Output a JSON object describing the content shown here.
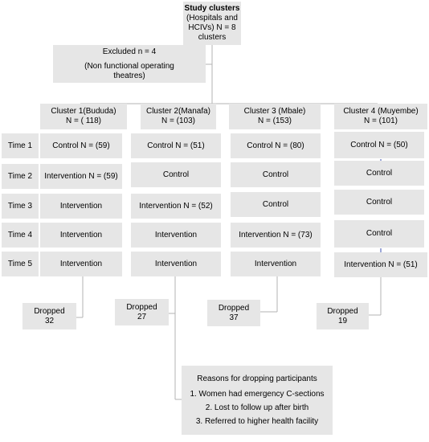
{
  "top": {
    "title": "Study clusters",
    "lines": [
      "(Hospitals and",
      "HCIVs)  N = 8",
      "clusters"
    ]
  },
  "excluded": {
    "line1": "Excluded n = 4",
    "line2": "(Non functional operating",
    "line3": "theatres)"
  },
  "clusters": [
    {
      "name": "Cluster 1(Bududa)",
      "n": "N = ( 118)"
    },
    {
      "name": "Cluster 2(Manafa)",
      "n": "N = (103)"
    },
    {
      "name": "Cluster 3 (Mbale)",
      "n": "N = (153)"
    },
    {
      "name": "Cluster 4 (Muyembe)",
      "n": "N = (101)"
    }
  ],
  "times": [
    "Time 1",
    "Time 2",
    "Time 3",
    "Time 4",
    "Time 5"
  ],
  "grid": [
    [
      "Control N = (59)",
      "Control N = (51)",
      "Control N = (80)",
      "Control N = (50)"
    ],
    [
      "Intervention N = (59)",
      "Control",
      "Control",
      "Control"
    ],
    [
      "Intervention",
      "Intervention N = (52)",
      "Control",
      "Control"
    ],
    [
      "Intervention",
      "Intervention",
      "Intervention N = (73)",
      "Control"
    ],
    [
      "Intervention",
      "Intervention",
      "Intervention",
      "Intervention N = (51)"
    ]
  ],
  "dropped": [
    {
      "label": "Dropped",
      "n": "32"
    },
    {
      "label": "Dropped",
      "n": "27"
    },
    {
      "label": "Dropped",
      "n": "37"
    },
    {
      "label": "Dropped",
      "n": "19"
    }
  ],
  "reasons": {
    "title": "Reasons for dropping participants",
    "items": [
      "1. Women had emergency C-sections",
      "2. Lost to follow up after birth",
      "3. Referred to higher health facility"
    ]
  },
  "colors": {
    "box": "#e6e6e6",
    "line": "#b3b3b3",
    "accent_tick": "#3a4fb0"
  }
}
